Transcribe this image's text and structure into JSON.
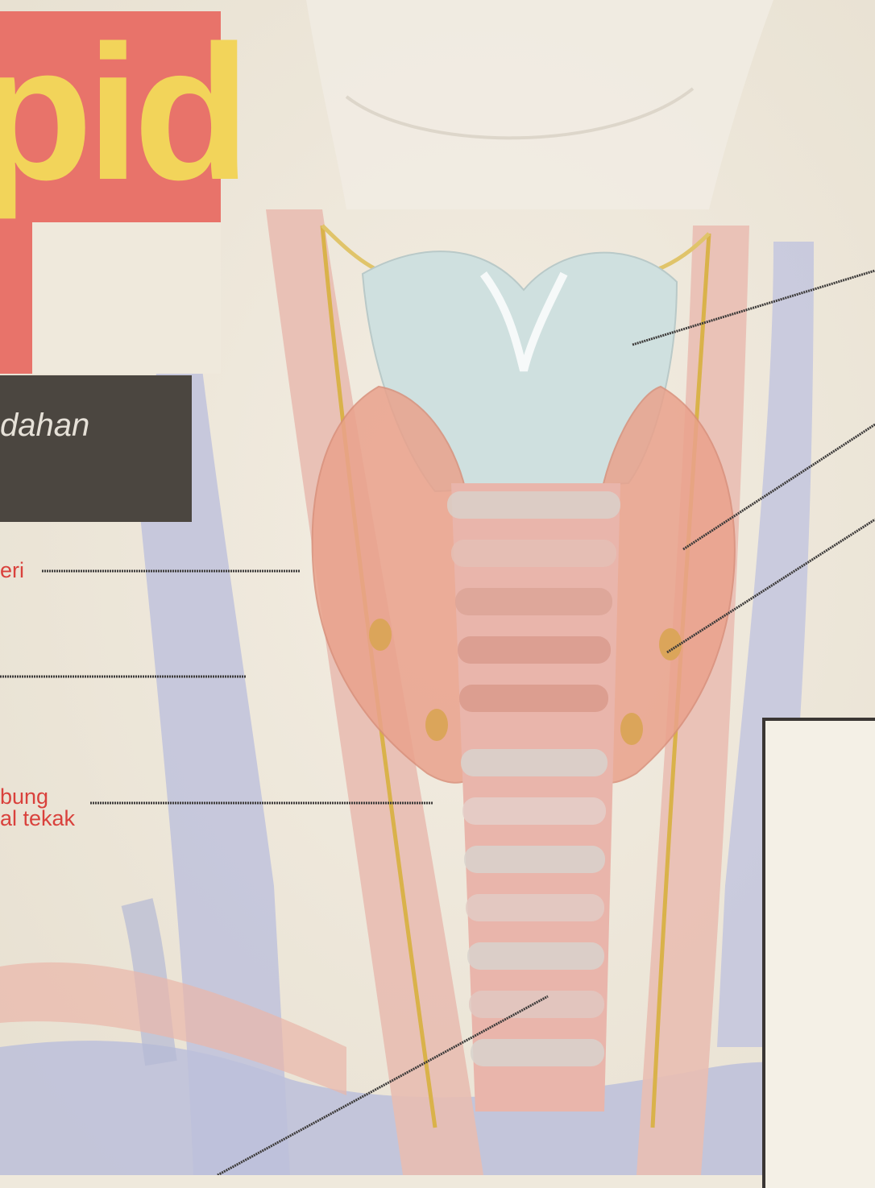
{
  "header": {
    "title": "pid",
    "subtitle": "dahan"
  },
  "labels": {
    "arteri": "eri",
    "saluran_line1": "bung",
    "saluran_line2": "al tekak"
  },
  "colors": {
    "title_bg": "#e8736a",
    "title_text": "#f2d45a",
    "subtitle_bg": "#4b4640",
    "label_text": "#d9413c",
    "thyroid": "#eaa28c",
    "trachea_ring": "#d8d2cc",
    "cartilage": "#cfe0df",
    "vein": "#b8bcd8",
    "artery": "#e9b9ad",
    "nerve": "#d9b24a",
    "leader_line": "#3d3b3a"
  }
}
